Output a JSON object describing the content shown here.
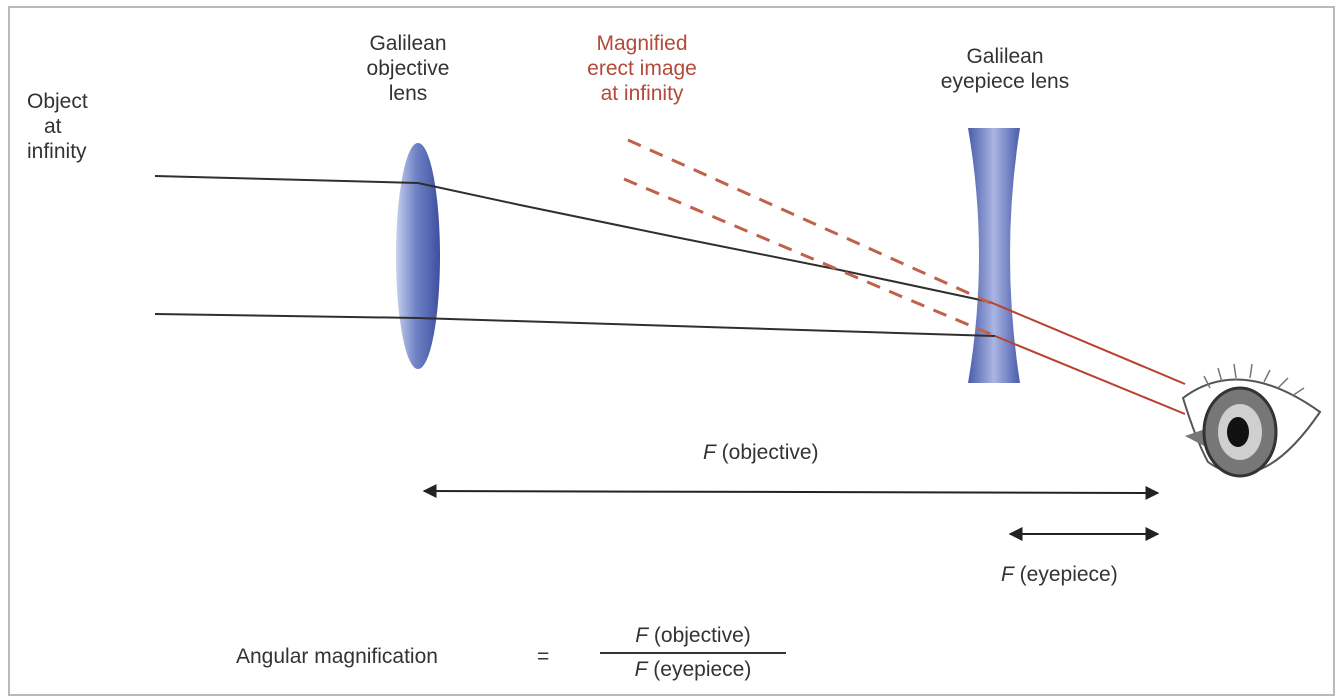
{
  "labels": {
    "object": [
      "Object",
      "at",
      "infinity"
    ],
    "objective_lens": [
      "Galilean",
      "objective",
      "lens"
    ],
    "image": [
      "Magnified",
      "erect image",
      "at infinity"
    ],
    "eyepiece_lens": [
      "Galilean",
      "eyepiece lens"
    ],
    "f_objective": {
      "symbol": "F",
      "text": " (objective)"
    },
    "f_eyepiece": {
      "symbol": "F",
      "text": " (eyepiece)"
    }
  },
  "formula": {
    "lhs": "Angular magnification",
    "equals": "=",
    "numerator": {
      "symbol": "F",
      "text": " (objective)"
    },
    "denominator": {
      "symbol": "F",
      "text": " (eyepiece)"
    }
  },
  "colors": {
    "ray": "#2f2f2f",
    "exit_ray": "#b8412f",
    "virtual_ray": "#c0614a",
    "label_red": "#b34a3a",
    "lens": "#5a6fb8",
    "text": "#333333"
  }
}
